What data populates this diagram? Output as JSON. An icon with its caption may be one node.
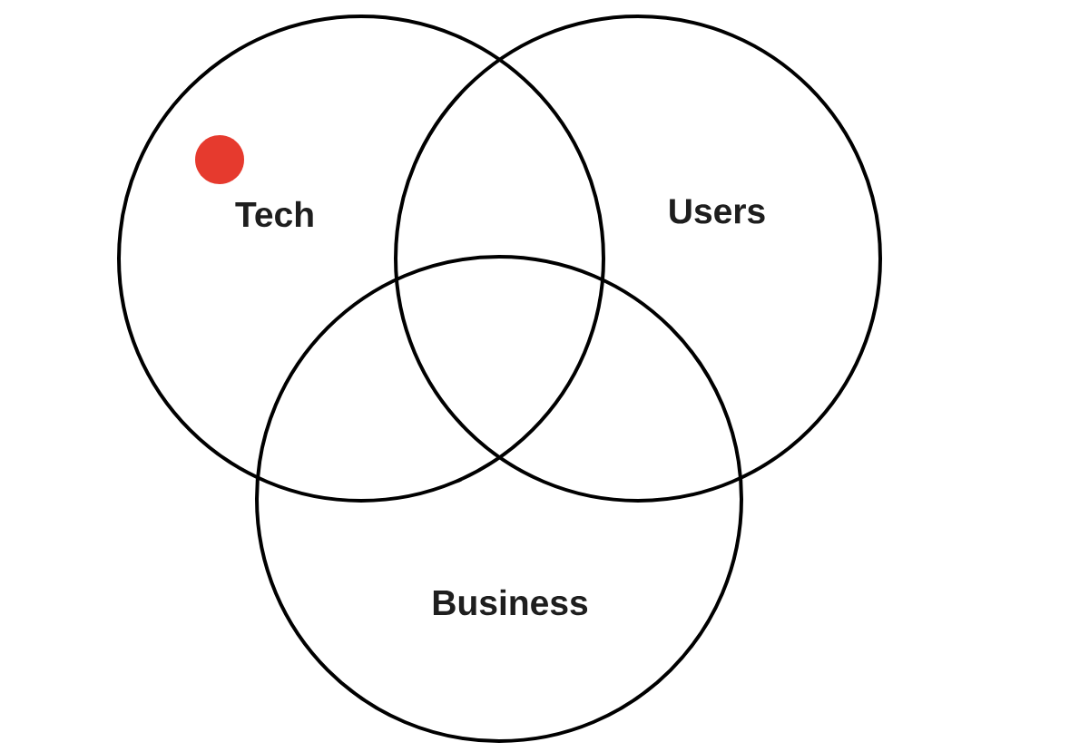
{
  "diagram": {
    "nodes": [
      {
        "text": [
          "Tech"
        ]
      },
      {
        "text": [
          "Users"
        ]
      },
      {
        "text": [
          "Business"
        ]
      }
    ]
  }
}
